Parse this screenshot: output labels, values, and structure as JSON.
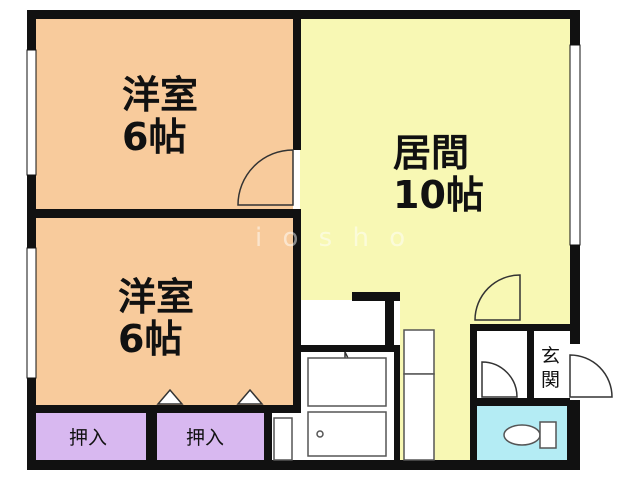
{
  "rooms": {
    "western_room_top": {
      "name": "洋室",
      "size": "6帖"
    },
    "western_room_bottom": {
      "name": "洋室",
      "size": "6帖"
    },
    "living_room": {
      "name": "居間",
      "size": "10帖"
    }
  },
  "closets": {
    "left_label": "押入",
    "right_label": "押入"
  },
  "entrance": {
    "label_line1": "玄",
    "label_line2": "関"
  },
  "watermark": "i o s h o",
  "colors": {
    "western_room": "#f8cb9c",
    "living_room": "#f8f8b4",
    "closet": "#d8b8f0",
    "toilet": "#b4ecf4",
    "wall": "#111111",
    "fixture_stroke": "#555555"
  }
}
